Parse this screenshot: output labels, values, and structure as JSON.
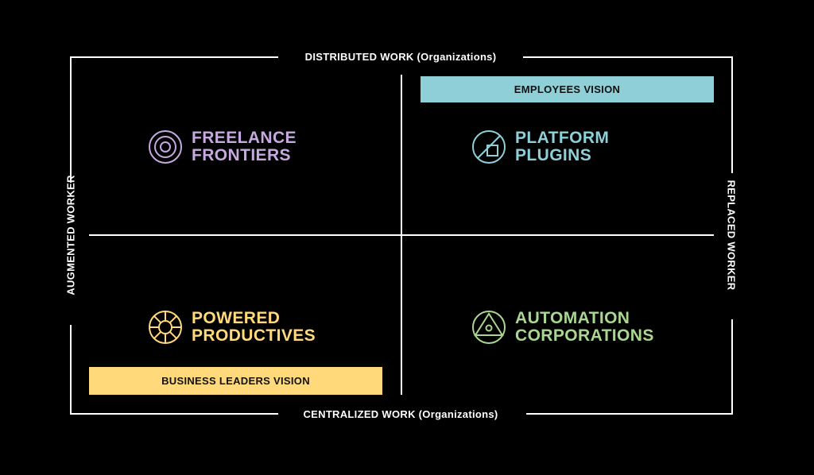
{
  "axes": {
    "top": "DISTRIBUTED WORK (Organizations)",
    "bottom": "CENTRALIZED WORK (Organizations)",
    "left": "AUGMENTED WORKER",
    "right": "REPLACED WORKER"
  },
  "visions": {
    "top": {
      "label": "EMPLOYEES VISION",
      "color": "#8ecfd8"
    },
    "bottom": {
      "label": "BUSINESS LEADERS VISION",
      "color": "#ffd97a"
    }
  },
  "quadrants": {
    "top_left": {
      "line1": "FREELANCE",
      "line2": "FRONTIERS",
      "color": "#c6a9e0",
      "icon": "concentric-circles-icon"
    },
    "top_right": {
      "line1": "PLATFORM",
      "line2": "PLUGINS",
      "color": "#8ecfd8",
      "icon": "circle-square-diagonal-icon"
    },
    "bottom_left": {
      "line1": "POWERED",
      "line2": "PRODUCTIVES",
      "color": "#ffd97a",
      "icon": "wheel-icon"
    },
    "bottom_right": {
      "line1": "AUTOMATION",
      "line2": "CORPORATIONS",
      "color": "#a9d690",
      "icon": "circle-triangle-icon"
    }
  }
}
